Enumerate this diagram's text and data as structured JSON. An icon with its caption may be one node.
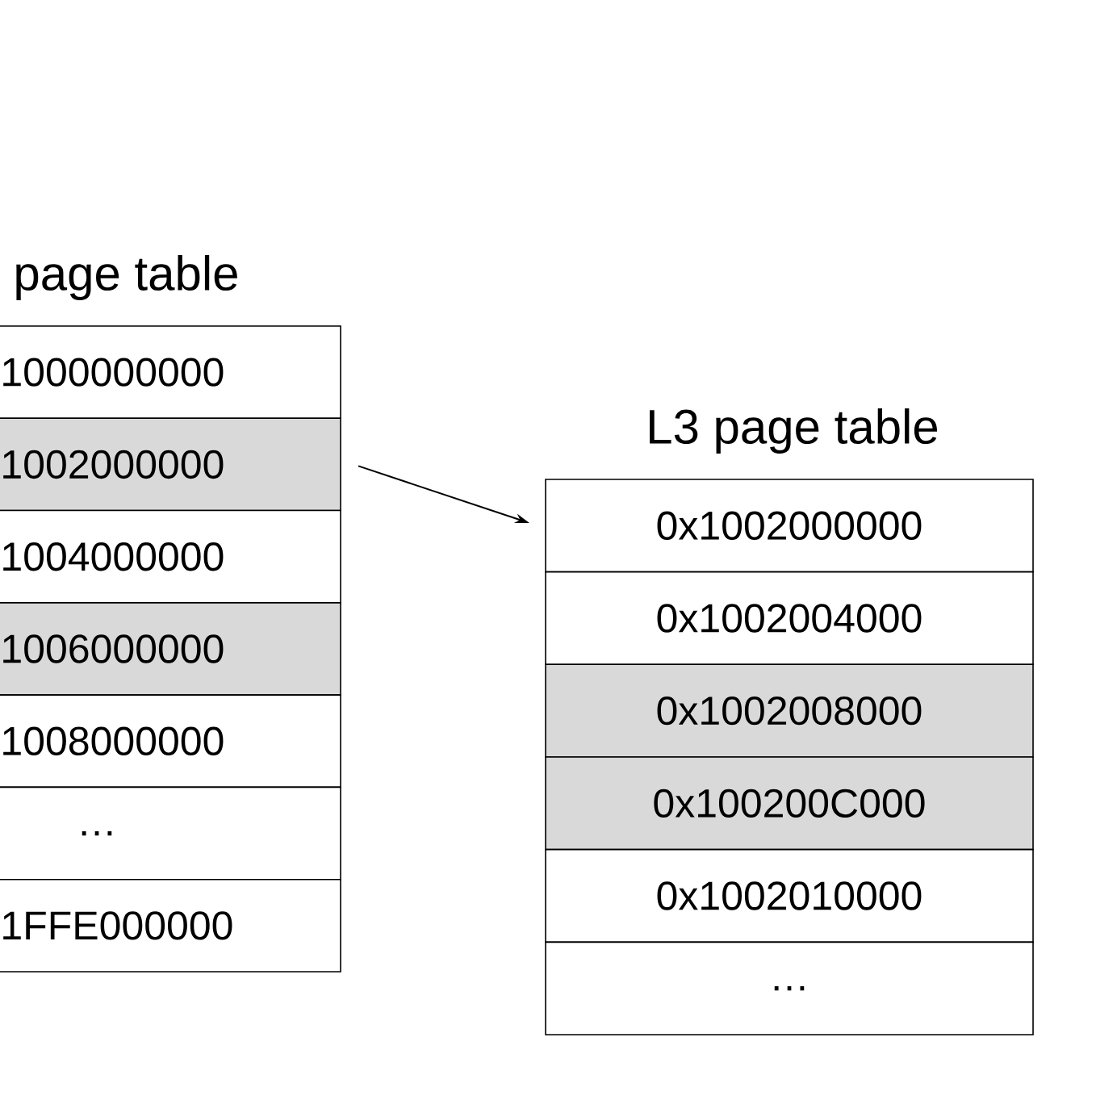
{
  "diagram": {
    "nodes": [
      {
        "text": [
          "1000000000"
        ]
      },
      {
        "text": [
          "1002000000"
        ]
      },
      {
        "text": [
          "1004000000"
        ]
      },
      {
        "text": [
          "1006000000"
        ]
      },
      {
        "text": [
          "1008000000"
        ]
      },
      {
        "text": [
          "…"
        ]
      },
      {
        "text": [
          "1FFE000000"
        ]
      },
      {
        "text": [
          "0x1002000000"
        ]
      },
      {
        "text": [
          "0x1002004000"
        ]
      },
      {
        "text": [
          "0x1002008000"
        ]
      },
      {
        "text": [
          "0x100200C000"
        ]
      },
      {
        "text": [
          "0x1002010000"
        ]
      },
      {
        "text": [
          "…"
        ]
      }
    ],
    "edges": [
      {
        "from": 1,
        "to": 7,
        "arrow": "to"
      }
    ],
    "labels": [
      "page table",
      "L3 page table"
    ]
  }
}
